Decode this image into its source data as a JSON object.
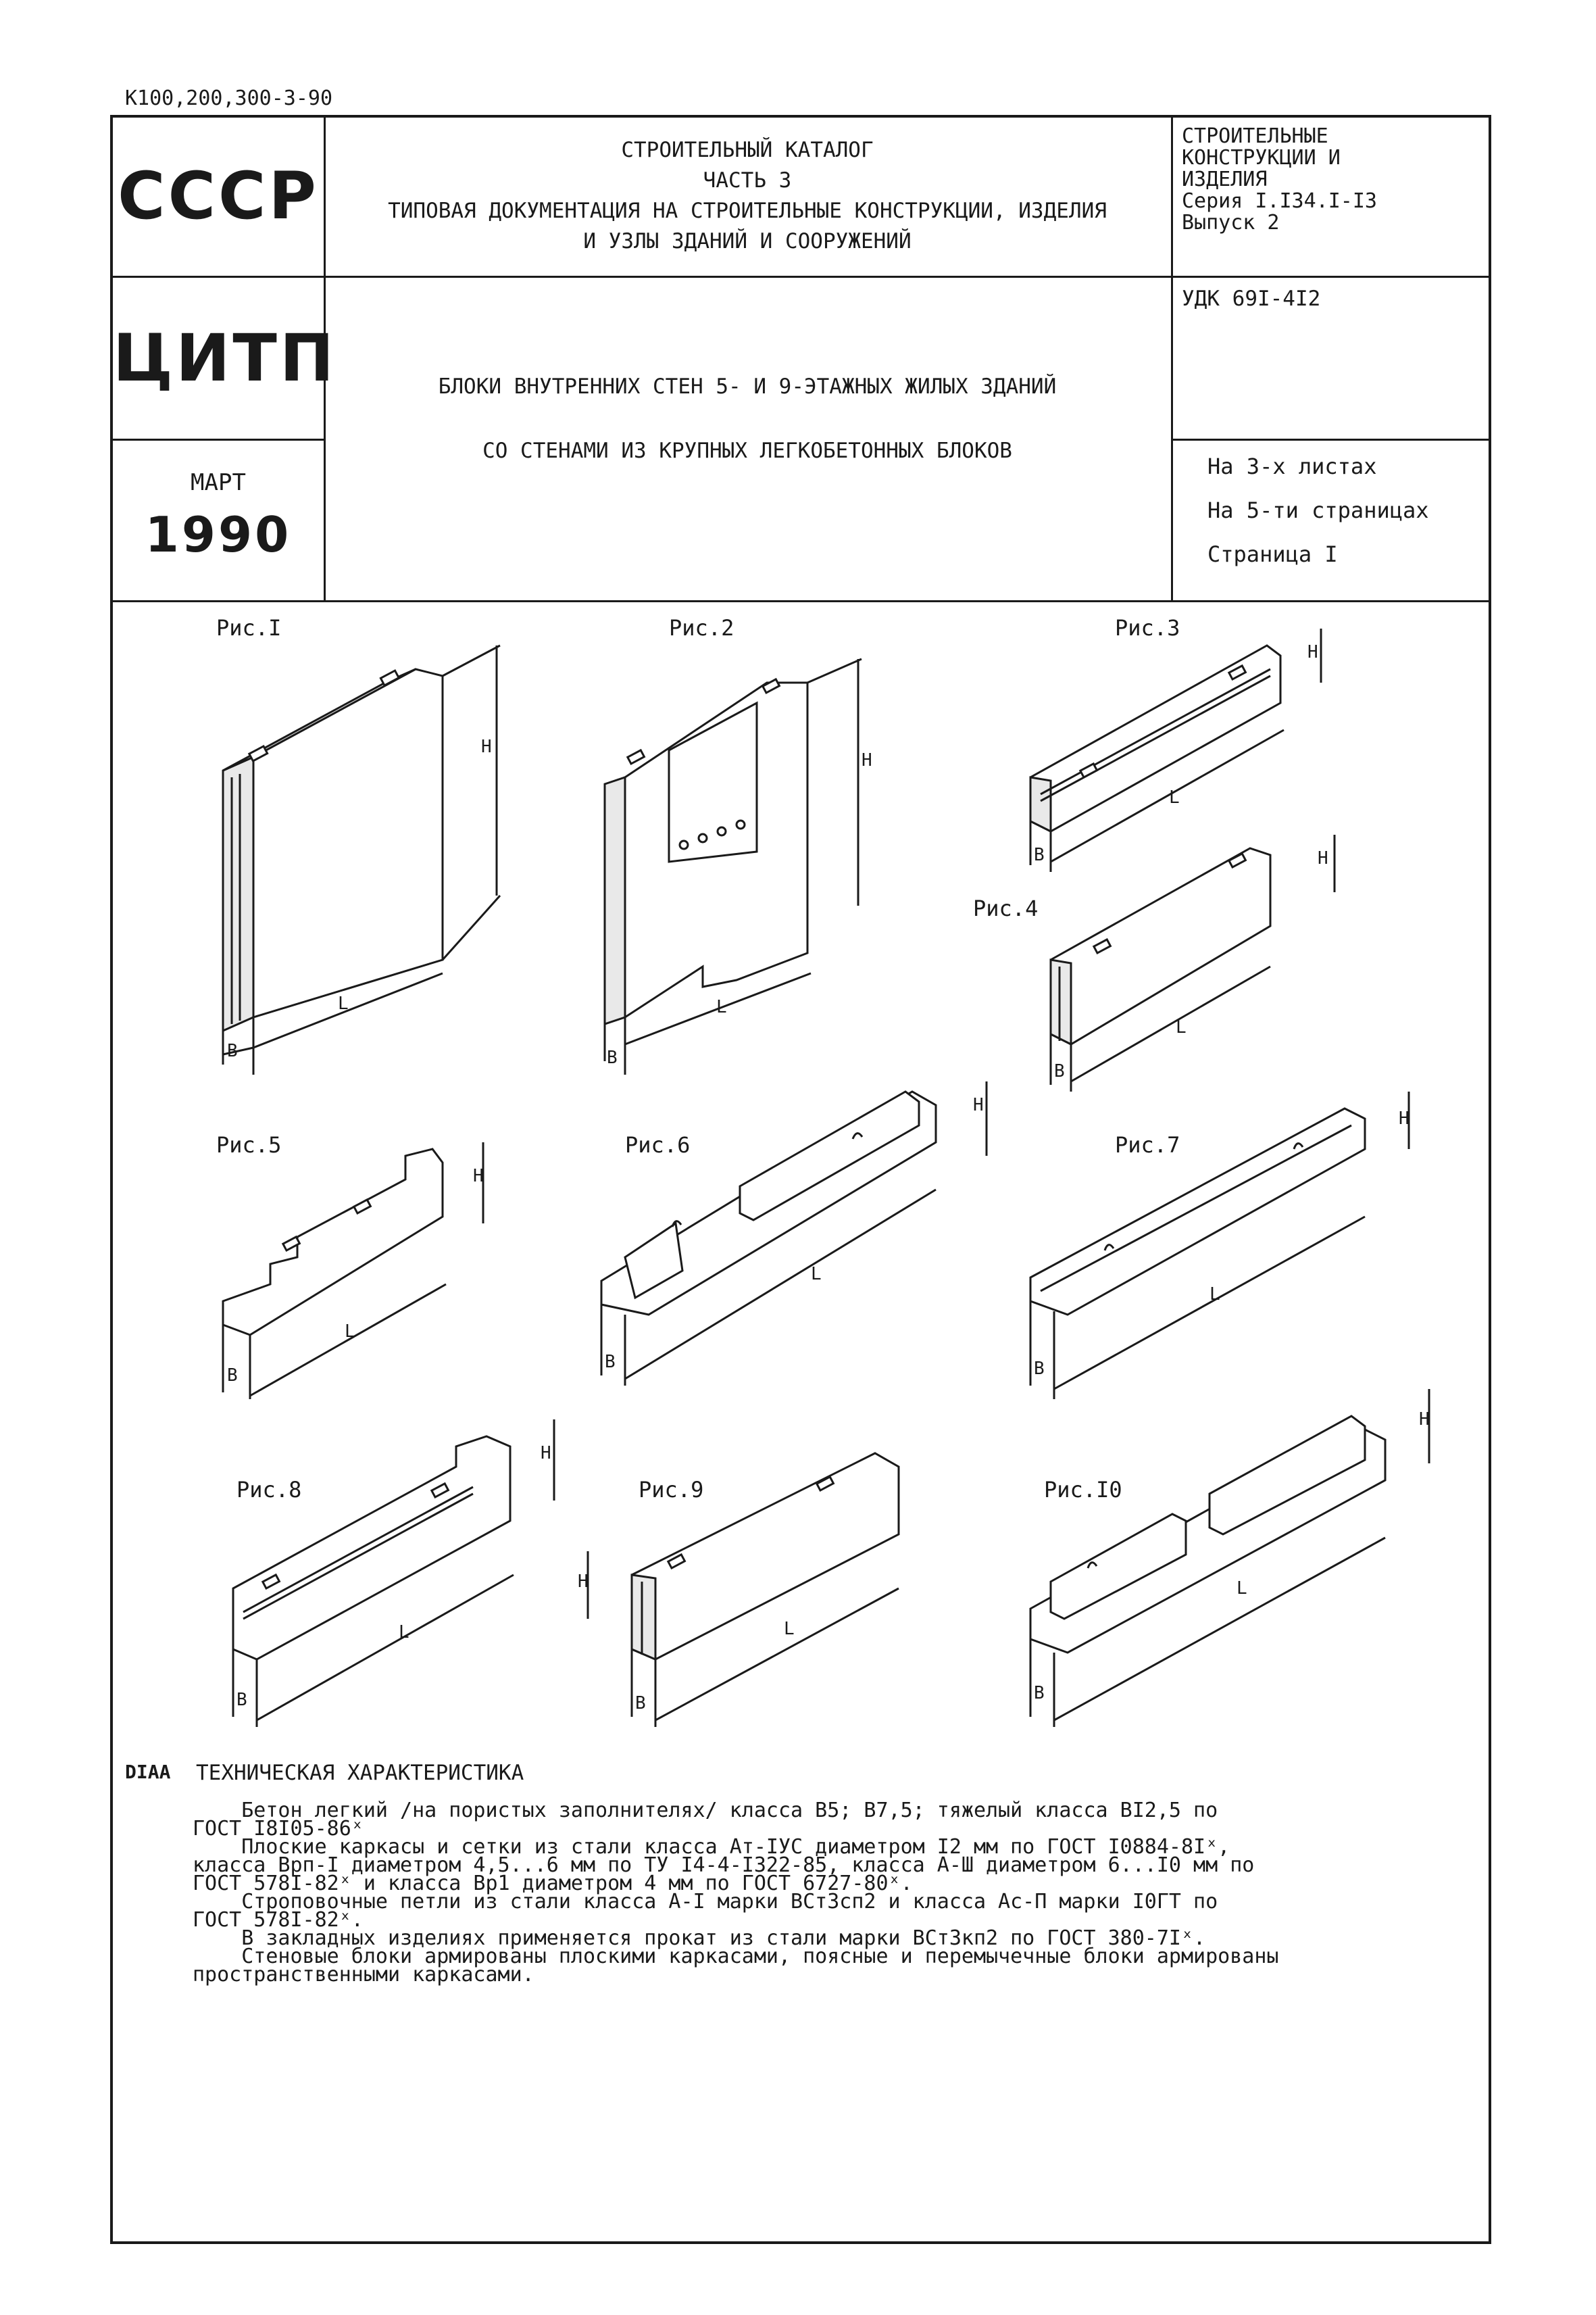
{
  "doc_code": "К100,200,300-3-90",
  "stamp": {
    "org1": "СССР",
    "org2": "ЦИТП",
    "month": "МАРТ",
    "year": "1990"
  },
  "catalog": {
    "line1": "СТРОИТЕЛЬНЫЙ КАТАЛОГ",
    "line2": "ЧАСТЬ 3",
    "line3": "ТИПОВАЯ ДОКУМЕНТАЦИЯ НА СТРОИТЕЛЬНЫЕ КОНСТРУКЦИИ, ИЗДЕЛИЯ",
    "line4": "И УЗЛЫ ЗДАНИЙ И СООРУЖЕНИЙ"
  },
  "section": {
    "line1": "СТРОИТЕЛЬНЫЕ",
    "line2": "КОНСТРУКЦИИ И",
    "line3": "ИЗДЕЛИЯ",
    "line4": "Серия I.I34.I-I3",
    "line5": "Выпуск 2"
  },
  "udk": "УДК 69I-4I2",
  "title": {
    "line1": "БЛОКИ ВНУТРЕННИХ СТЕН 5- И 9-ЭТАЖНЫХ ЖИЛЫХ ЗДАНИЙ",
    "line2": "СО СТЕНАМИ ИЗ КРУПНЫХ ЛЕГКОБЕТОННЫХ БЛОКОВ"
  },
  "sheets": {
    "line1": "На 3-х листах",
    "line2": "На 5-ти страницах",
    "line3": "Страница I"
  },
  "figures": [
    {
      "label": "Рис.I"
    },
    {
      "label": "Рис.2"
    },
    {
      "label": "Рис.3"
    },
    {
      "label": "Рис.4"
    },
    {
      "label": "Рис.5"
    },
    {
      "label": "Рис.6"
    },
    {
      "label": "Рис.7"
    },
    {
      "label": "Рис.8"
    },
    {
      "label": "Рис.9"
    },
    {
      "label": "Рис.I0"
    }
  ],
  "dims": {
    "h": "H",
    "l": "L",
    "b": "B"
  },
  "tech": {
    "prefix": "DIAA",
    "heading": "ТЕХНИЧЕСКАЯ ХАРАКТЕРИСТИКА",
    "lines": [
      "    Бетон легкий /на пористых заполнителях/ класса В5; В7,5; тяжелый класса ВI2,5 по",
      "ГОСТ I8I05-86ˣ",
      "    Плоские каркасы и сетки из стали класса Ат-IУС диаметром I2 мм по ГОСТ I0884-8Iˣ,",
      "класса Врп-I диаметром 4,5...6 мм по ТУ I4-4-I322-85, класса А-Ш диаметром 6...I0 мм по",
      "ГОСТ 578I-82ˣ и класса Вр1 диаметром 4 мм по ГОСТ 6727-80ˣ.",
      "    Строповочные петли из стали класса А-I марки ВСт3сп2 и класса Ас-П марки I0ГТ по",
      "ГОСТ 578I-82ˣ.",
      "    В закладных изделиях применяется прокат из стали марки ВСт3кп2 по ГОСТ 380-7Iˣ.",
      "    Стеновые блоки армированы плоскими каркасами, поясные и перемычечные блоки армированы",
      "пространственными каркасами."
    ]
  }
}
